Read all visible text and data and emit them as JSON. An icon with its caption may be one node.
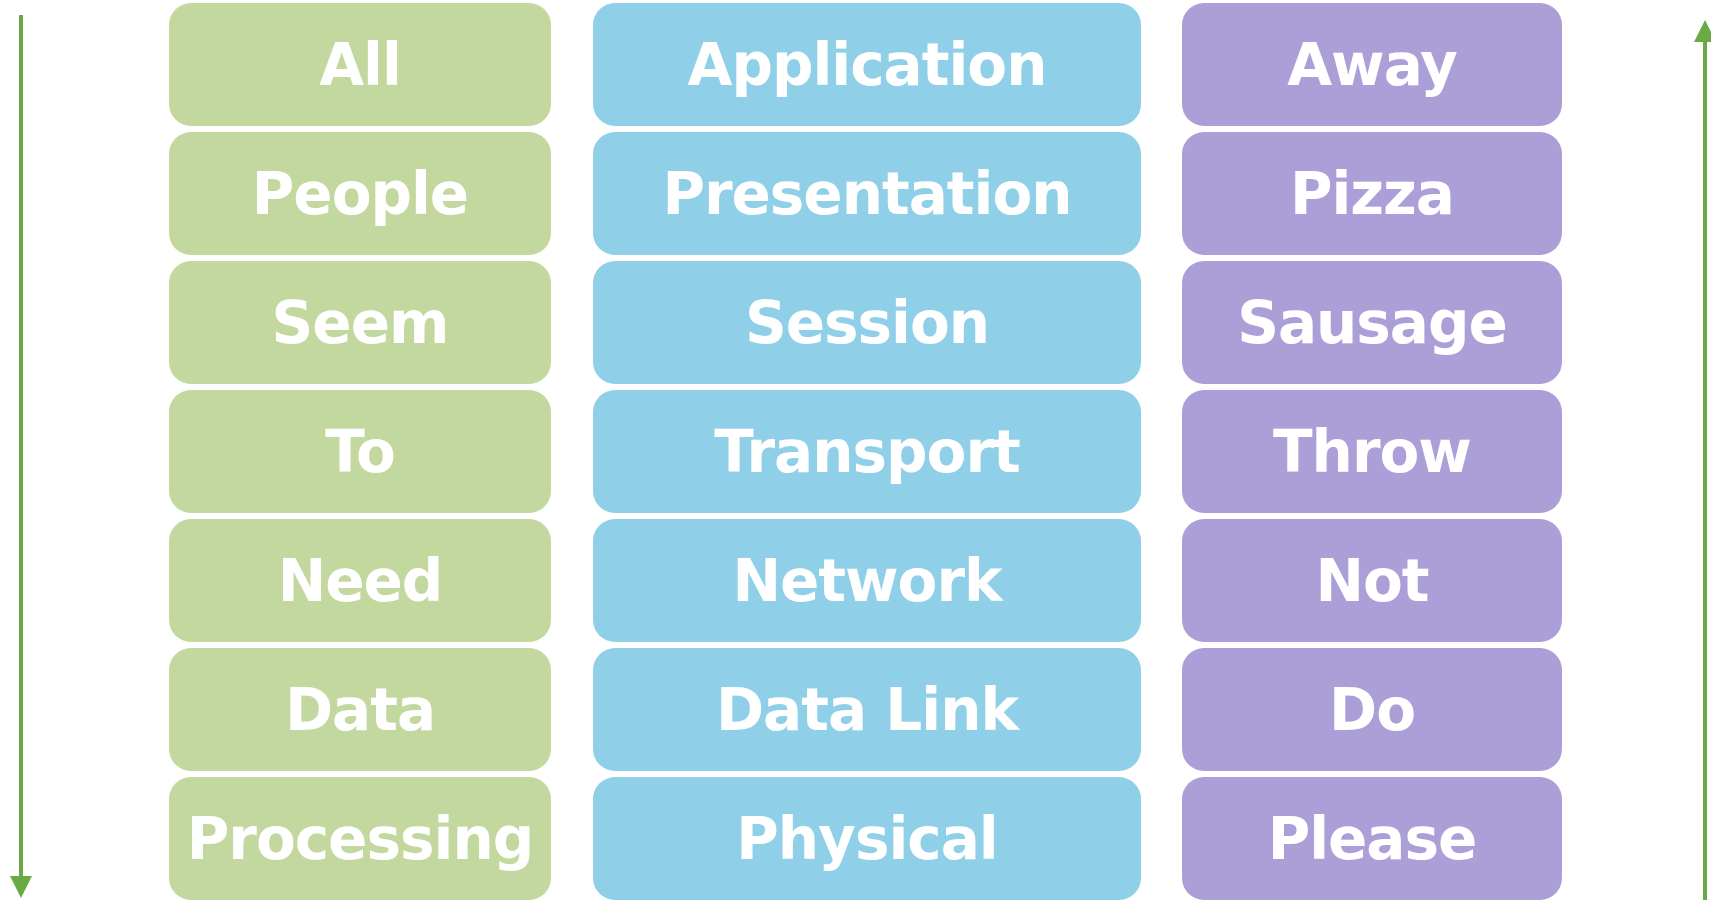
{
  "diagram": {
    "nodes": [
      {
        "text": [
          "All"
        ]
      },
      {
        "text": [
          "Application"
        ]
      },
      {
        "text": [
          "Away"
        ]
      },
      {
        "text": [
          "People"
        ]
      },
      {
        "text": [
          "Presentation"
        ]
      },
      {
        "text": [
          "Pizza"
        ]
      },
      {
        "text": [
          "Seem"
        ]
      },
      {
        "text": [
          "Session"
        ]
      },
      {
        "text": [
          "Sausage"
        ]
      },
      {
        "text": [
          "To"
        ]
      },
      {
        "text": [
          "Transport"
        ]
      },
      {
        "text": [
          "Throw"
        ]
      },
      {
        "text": [
          "Need"
        ]
      },
      {
        "text": [
          "Network"
        ]
      },
      {
        "text": [
          "Not"
        ]
      },
      {
        "text": [
          "Data"
        ]
      },
      {
        "text": [
          "Data Link"
        ]
      },
      {
        "text": [
          "Do"
        ]
      },
      {
        "text": [
          "Processing"
        ]
      },
      {
        "text": [
          "Physical"
        ]
      },
      {
        "text": [
          "Please"
        ]
      }
    ]
  }
}
